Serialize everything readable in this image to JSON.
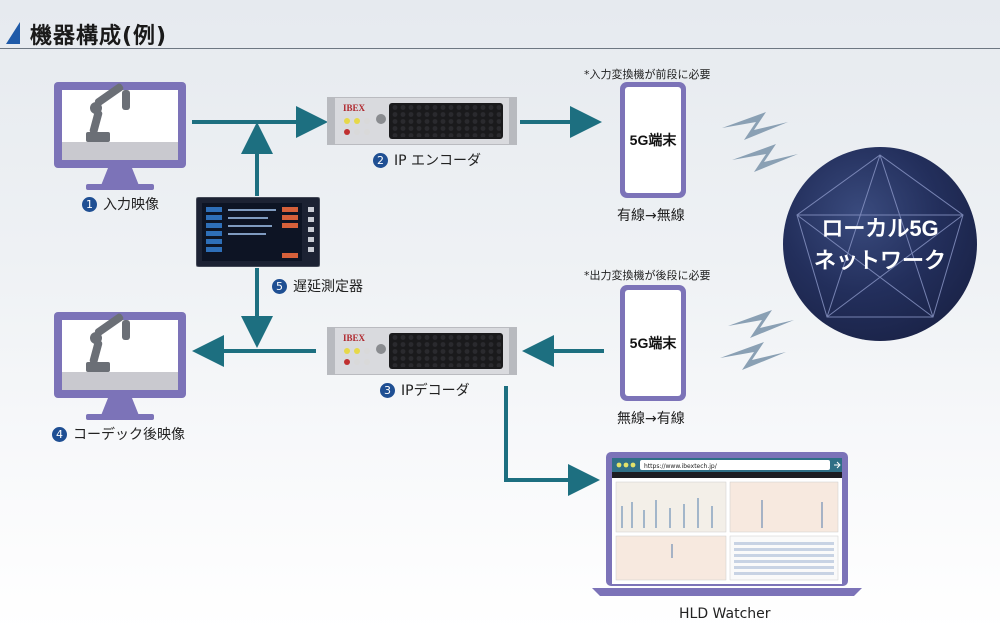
{
  "header": {
    "title": "機器構成(例)"
  },
  "labels": {
    "input_video": "入力映像",
    "ip_encoder": "IP エンコーダ",
    "latency_meter": "遅延測定器",
    "ip_decoder": "IPデコーダ",
    "codec_video": "コーデック後映像",
    "wired_to_wireless": "有線→無線",
    "wireless_to_wired": "無線→有線",
    "hld_watcher": "HLD Watcher"
  },
  "numbers": {
    "n1": "1",
    "n2": "2",
    "n3": "3",
    "n4": "4",
    "n5": "5"
  },
  "notes": {
    "top": "*入力変換機が前段に必要",
    "bottom": "*出力変換機が後段に必要"
  },
  "terminal": {
    "label": "5G端末"
  },
  "network": {
    "line1": "ローカル5G",
    "line2": "ネットワーク"
  },
  "device": {
    "brand": "IBEX"
  },
  "browser": {
    "url": "https://www.ibextech.jp/"
  },
  "colors": {
    "arrow": "#1d6f80",
    "monitor": "#7c73b8",
    "globe": "#232f5c",
    "badge": "#1f4f93",
    "lightning": "#8aa0b4"
  }
}
